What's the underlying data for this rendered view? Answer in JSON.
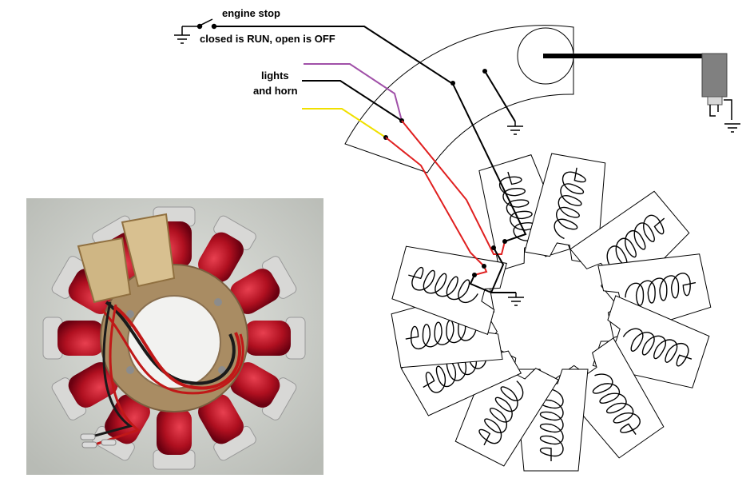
{
  "labels": {
    "engine_stop": "engine stop",
    "run_off": "closed is RUN, open is OFF",
    "lights_line1": "lights",
    "lights_line2": "and horn"
  },
  "colors": {
    "wire_black": "#000000",
    "wire_purple": "#a050a8",
    "wire_yellow": "#f0e000",
    "wire_red": "#e02020",
    "copper_coil": "#b01020",
    "stator_plate": "#b59a70",
    "photo_background": "#c9ccc6",
    "spark_plug": "#808080"
  },
  "icons": [
    "ground-symbol",
    "switch-symbol",
    "spark-plug",
    "coil-winding"
  ],
  "photo": {
    "subject": "stator-with-coils"
  }
}
